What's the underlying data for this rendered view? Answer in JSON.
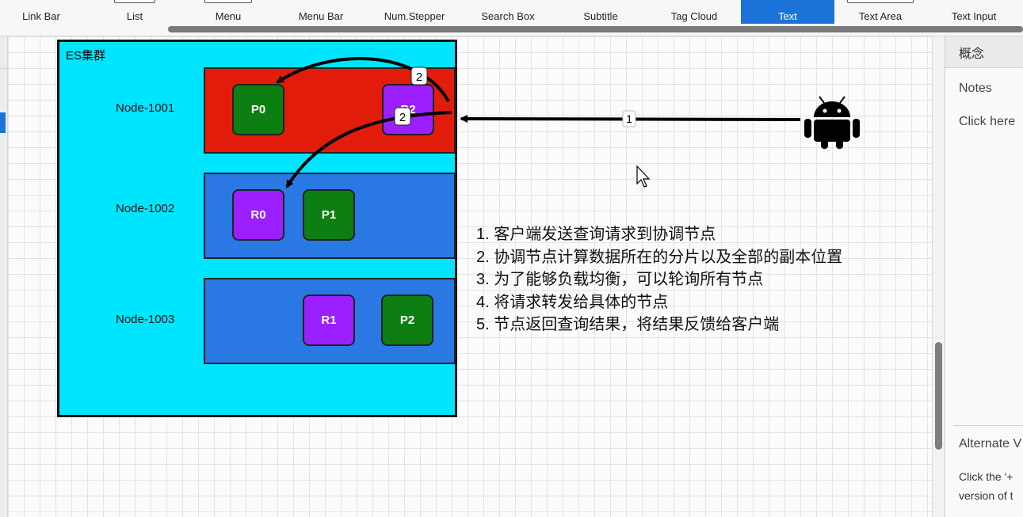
{
  "palette": {
    "items": [
      "Link Bar",
      "List",
      "Menu",
      "Menu Bar",
      "Num.Stepper",
      "Search Box",
      "Subtitle",
      "Tag Cloud",
      "Text",
      "Text Area",
      "Text Input"
    ],
    "active": "Text"
  },
  "diagram": {
    "cluster_label": "ES集群",
    "nodes": [
      {
        "label": "Node-1001",
        "shards": [
          "P0",
          "R2"
        ]
      },
      {
        "label": "Node-1002",
        "shards": [
          "R0",
          "P1"
        ]
      },
      {
        "label": "Node-1003",
        "shards": [
          "R1",
          "P2"
        ]
      }
    ],
    "arrow_labels": [
      "1",
      "2",
      "2"
    ],
    "steps": [
      "1. 客户端发送查询请求到协调节点",
      "2. 协调节点计算数据所在的分片以及全部的副本位置",
      "3. 为了能够负载均衡，可以轮询所有节点",
      "4. 将请求转发给具体的节点",
      "5. 节点返回查询结果，将结果反馈给客户端"
    ],
    "client_icon": "android-icon"
  },
  "right_panel": {
    "title": "概念",
    "notes_label": "Notes",
    "notes_hint": "Click here",
    "alternate_label": "Alternate V",
    "alternate_hint_1": "Click the '+",
    "alternate_hint_2": "version of t"
  },
  "colors": {
    "cluster": "#00e5ff",
    "node_red": "#e21c0a",
    "node_blue": "#2a78e4",
    "primary": "#0d7f12",
    "replica": "#9b1fff",
    "active_tab": "#1b73d9"
  }
}
